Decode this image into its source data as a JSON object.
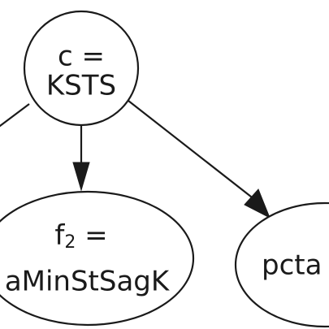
{
  "nodes": {
    "root": {
      "line1": "c =",
      "line2": "KSTS"
    },
    "child_left": {
      "line1_main": "f",
      "line1_sub": "2",
      "line1_rest": " =",
      "line2": "aMinStSagK"
    },
    "child_right": {
      "line1": "pcta"
    }
  }
}
